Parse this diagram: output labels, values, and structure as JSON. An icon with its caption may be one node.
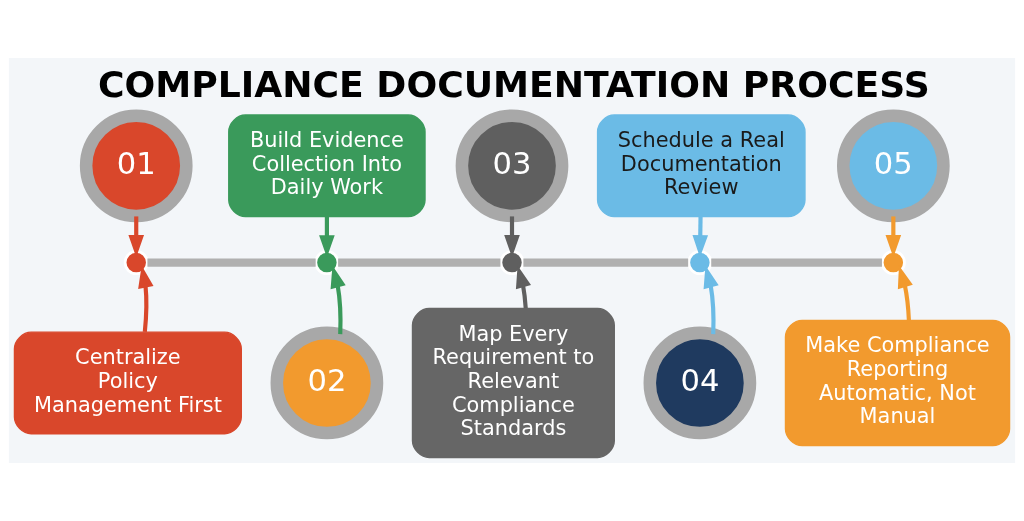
{
  "diagram": {
    "title": "COMPLIANCE DOCUMENTATION PROCESS",
    "nodes": [
      {
        "text": [
          "01"
        ]
      },
      {
        "text": [
          "Centralize Policy Management First"
        ]
      },
      {
        "text": [],
        "shape": "circle"
      },
      {
        "text": [
          "Build Evidence Collection Into Daily Work"
        ]
      },
      {
        "text": [
          "02"
        ]
      },
      {
        "text": [],
        "shape": "circle"
      },
      {
        "text": [
          "03"
        ]
      },
      {
        "text": [
          "Map Every Requirement to Relevant Compliance Standards"
        ]
      },
      {
        "text": [],
        "shape": "circle"
      },
      {
        "text": [
          "Schedule a Real Documentation Review"
        ]
      },
      {
        "text": [
          "04"
        ]
      },
      {
        "text": [],
        "shape": "circle"
      },
      {
        "text": [
          "05"
        ]
      },
      {
        "text": [
          "Make Compliance Reporting Automatic, Not Manual"
        ]
      },
      {
        "text": [],
        "shape": "circle"
      }
    ],
    "edges": [
      {
        "from": 0,
        "to": 2,
        "arrow": "to",
        "color": "#d9472b"
      },
      {
        "from": 1,
        "to": 2,
        "arrow": "to",
        "color": "#d9472b"
      },
      {
        "from": 3,
        "to": 5,
        "arrow": "to",
        "color": "#3a9a5b"
      },
      {
        "from": 4,
        "to": 5,
        "arrow": "to",
        "color": "#3a9a5b"
      },
      {
        "from": 6,
        "to": 8,
        "arrow": "to",
        "color": "#5f5f5f"
      },
      {
        "from": 7,
        "to": 8,
        "arrow": "to",
        "color": "#5f5f5f"
      },
      {
        "from": 9,
        "to": 11,
        "arrow": "to",
        "color": "#6bbbe6"
      },
      {
        "from": 10,
        "to": 11,
        "arrow": "to",
        "color": "#6bbbe6"
      },
      {
        "from": 12,
        "to": 14,
        "arrow": "to",
        "color": "#f29a2e"
      },
      {
        "from": 13,
        "to": 14,
        "arrow": "to",
        "color": "#f29a2e"
      },
      {
        "from": 2,
        "to": 5,
        "arrow": "none",
        "style": "thick",
        "color": "#b0b0b0"
      },
      {
        "from": 5,
        "to": 8,
        "arrow": "none",
        "style": "thick",
        "color": "#b0b0b0"
      },
      {
        "from": 8,
        "to": 11,
        "arrow": "none",
        "style": "thick",
        "color": "#b0b0b0"
      },
      {
        "from": 11,
        "to": 14,
        "arrow": "none",
        "style": "thick",
        "color": "#b0b0b0"
      }
    ]
  }
}
